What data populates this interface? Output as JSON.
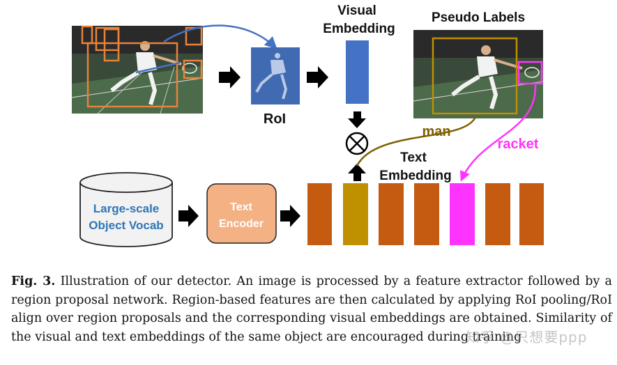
{
  "labels": {
    "visual_embedding_line1": "Visual",
    "visual_embedding_line2": "Embedding",
    "pseudo_labels": "Pseudo Labels",
    "roi": "RoI",
    "man": "man",
    "racket": "racket",
    "text_embedding_line1": "Text",
    "text_embedding_line2": "Embedding",
    "vocab_line1": "Large-scale",
    "vocab_line2": "Object Vocab",
    "encoder_line1": "Text",
    "encoder_line2": "Encoder"
  },
  "caption": {
    "fig_label": "Fig. 3.",
    "text": "Illustration of our detector. An image is processed by a feature extractor followed by a region proposal network. Region-based features are then calculated by applying RoI pooling/RoI align over region proposals and the corresponding visual embeddings are obtained. Similarity of the visual and text embeddings of the same object are encouraged during training"
  },
  "watermark": "知乎 @只想要ppp",
  "colors": {
    "proposal_box": "#e8833a",
    "visual_embedding": "#4472c4",
    "man_label": "#7f6000",
    "racket_label": "#ff33ff",
    "text_embedding": "#c55a11",
    "man_embedding": "#bf9000",
    "racket_embedding": "#ff33ff",
    "encoder_fill": "#f4b183",
    "vocab_text": "#2e75b6"
  },
  "icons": [
    "arrow-right-icon",
    "arrow-down-icon",
    "arrow-up-icon",
    "multiply-circle-icon",
    "database-cylinder-icon"
  ]
}
